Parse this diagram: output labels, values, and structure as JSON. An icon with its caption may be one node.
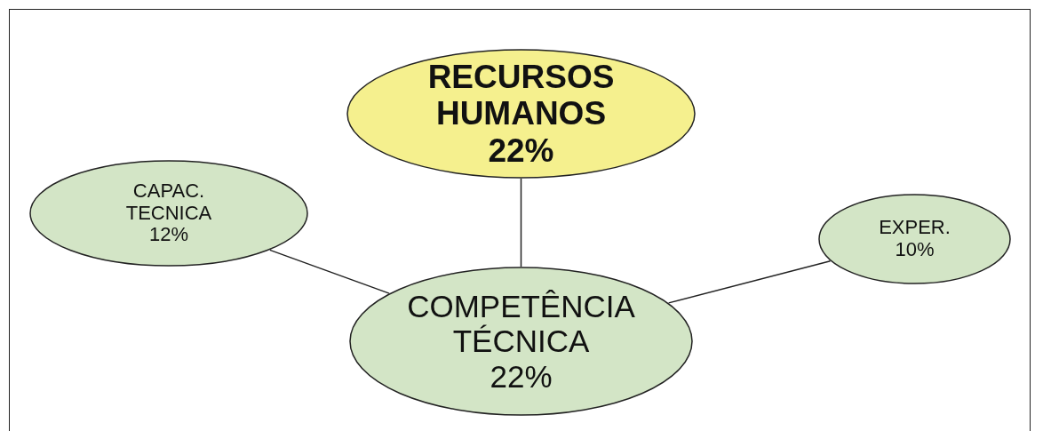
{
  "diagram": {
    "nodes": [
      {
        "text": [
          "RECURSOS HUMANOS",
          "22%"
        ]
      },
      {
        "text": [
          "CAPAC. TECNICA 12%"
        ]
      },
      {
        "text": [
          "EXPER. 10%"
        ]
      },
      {
        "text": [
          "COMPETÊNCIA TÉCNICA",
          "22%"
        ]
      }
    ],
    "edges": [
      {
        "from": 0,
        "to": 3,
        "arrow": "none"
      },
      {
        "from": 1,
        "to": 3,
        "arrow": "none"
      },
      {
        "from": 2,
        "to": 3,
        "arrow": "none"
      }
    ]
  }
}
